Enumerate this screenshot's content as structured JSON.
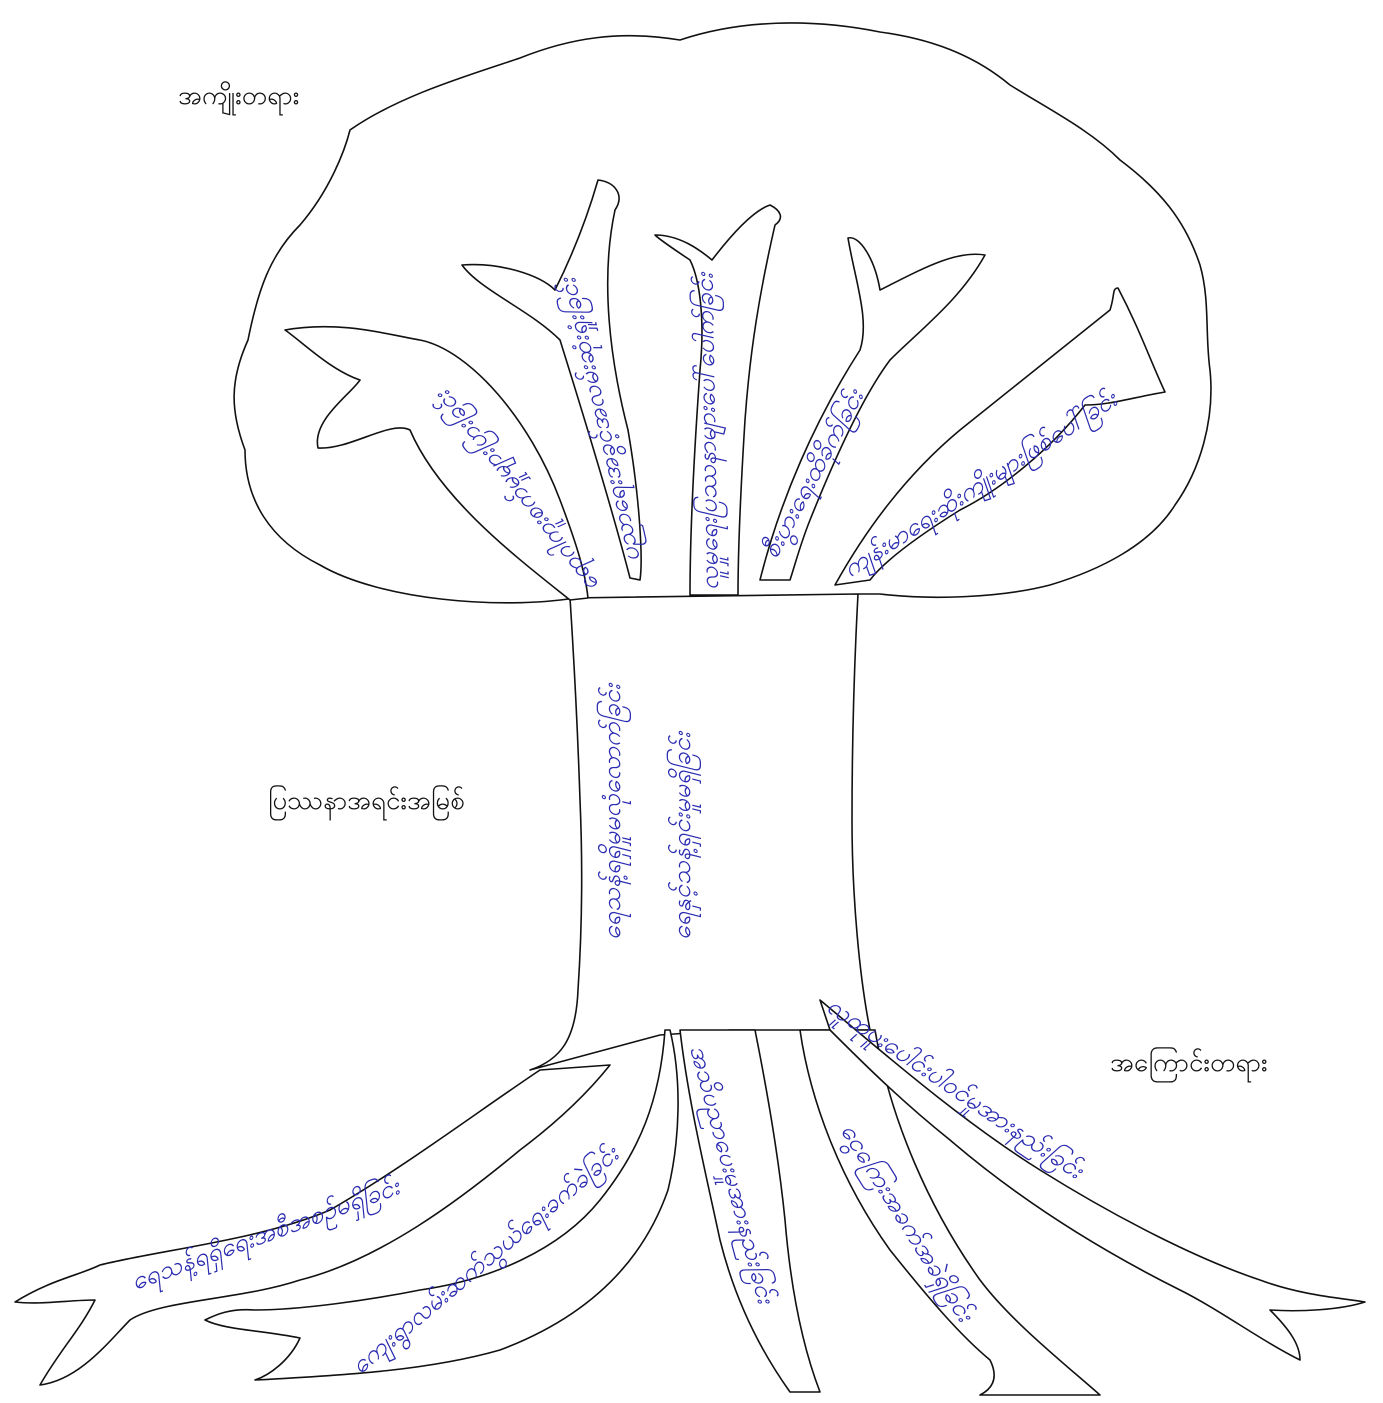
{
  "labels": {
    "effects": "အကျိုးတရား",
    "core_problem": "ပြဿနာအရင်းအမြစ်",
    "causes": "အကြောင်းတရား"
  },
  "branches": [
    "ရောဂါကူးစက်မှုများပြားခြင်း",
    "ပညာရေးအခွင့်အလမ်းဆုံးရှုံးခြင်း",
    "လူမှုရေးပြဿနာများပေါ်ပေါက်ခြင်း",
    "စီးပွားရေးထိခိုက်ခြင်း",
    "ကျန်းမာရေးဆိုးကျိုးများဖြစ်ပေါ်ခြင်း"
  ],
  "trunk": [
    "ရေသန့်ရရှိမှုမလုံလောက်ခြင်း",
    "ရေနှင့်သန့်ရှင်းမှုမရှိခြင်း"
  ],
  "roots": [
    "ရေသန့်ရရှိရေးအစီအစဉ်မရှိခြင်း",
    "ကျေးရွာလမ်းဆက်သွယ်ရေးခက်ခဲခြင်း",
    "အသိပညာပေးမှုအားနည်းခြင်း",
    "ငွေကြေးအခက်အခဲရှိခြင်း",
    "လူထုပူးပေါင်းပါဝင်မှုအားနည်းခြင်း"
  ]
}
